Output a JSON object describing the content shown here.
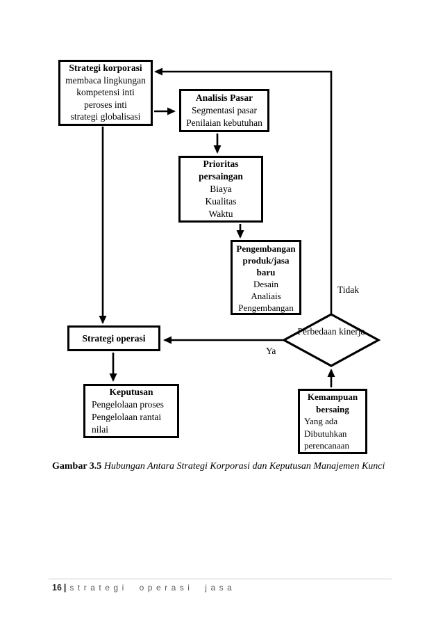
{
  "diagram": {
    "boxes": {
      "strategi_korporasi": {
        "title": "Strategi korporasi",
        "items": [
          "membaca lingkungan",
          "kompetensi inti",
          "peroses inti",
          "strategi globalisasi"
        ]
      },
      "analisis_pasar": {
        "title": "Analisis Pasar",
        "items": [
          "Segmentasi pasar",
          "Penilaian kebutuhan"
        ]
      },
      "prioritas": {
        "title1": "Prioritas",
        "title2": "persaingan",
        "items": [
          "Biaya",
          "Kualitas",
          "Waktu"
        ]
      },
      "pengembangan": {
        "title1": "Pengembangan",
        "title2": "produk/jasa",
        "title3": "baru",
        "items": [
          "Desain",
          "Analiais",
          "Pengembangan"
        ]
      },
      "strategi_operasi": {
        "title": "Strategi operasi"
      },
      "keputusan": {
        "title": "Keputusan",
        "items": [
          "Pengelolaan proses",
          "Pengelolaan rantai",
          "nilai"
        ]
      },
      "kemampuan": {
        "title1": "Kemampuan",
        "title2": "bersaing",
        "items": [
          "Yang ada",
          "Dibutuhkan",
          "perencanaan"
        ]
      }
    },
    "decision": {
      "line1": "Perbedaan",
      "line2": "kinerja"
    },
    "labels": {
      "no": "Tidak",
      "yes": "Ya"
    }
  },
  "caption": {
    "label": "Gambar 3.5",
    "text": "Hubungan Antara Strategi Korporasi dan Keputusan Manajemen Kunci"
  },
  "footer": {
    "page_number": "16",
    "separator": "|",
    "title": "strategi operasi jasa"
  },
  "colors": {
    "line": "#000000",
    "footer_text": "#595959",
    "footer_rule": "#c9c9c9"
  }
}
